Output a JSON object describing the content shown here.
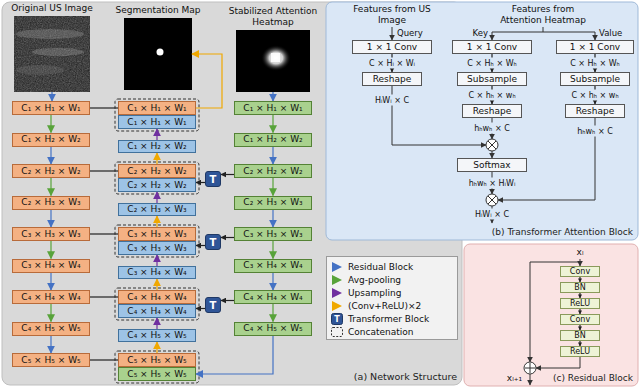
{
  "diagram": {
    "nodes": [
      {
        "text": [
          "(a) Network Structure"
        ]
      },
      {
        "text": [
          "Original US Image"
        ],
        "in": 0
      },
      {
        "text": [
          "Segmentation Map"
        ],
        "in": 0
      },
      {
        "text": [
          "Stabilized Attention Heatmap"
        ],
        "in": 0
      },
      {
        "text": [
          "C₁ × H₁ × W₁"
        ],
        "in": 0
      },
      {
        "text": [
          "C₁ × H₂ × W₂"
        ],
        "in": 0
      },
      {
        "text": [
          "C₂ × H₂ × W₂"
        ],
        "in": 0
      },
      {
        "text": [
          "C₂ × H₃ × W₃"
        ],
        "in": 0
      },
      {
        "text": [
          "C₃ × H₃ × W₃"
        ],
        "in": 0
      },
      {
        "text": [
          "C₃ × H₄ × W₄"
        ],
        "in": 0
      },
      {
        "text": [
          "C₄ × H₄ × W₄"
        ],
        "in": 0
      },
      {
        "text": [
          "C₄ × H₅ × W₅"
        ],
        "in": 0
      },
      {
        "text": [
          "C₅ × H₅ × W₅"
        ],
        "in": 0
      },
      {
        "text": [
          "C₁ × H₁ × W₁"
        ],
        "in": 0
      },
      {
        "text": [
          "C₁ × H₂ × W₂"
        ],
        "in": 0
      },
      {
        "text": [
          "C₂ × H₂ × W₂"
        ],
        "in": 0
      },
      {
        "text": [
          "C₂ × H₃ × W₃"
        ],
        "in": 0
      },
      {
        "text": [
          "C₃ × H₃ × W₃"
        ],
        "in": 0
      },
      {
        "text": [
          "C₃ × H₄ × W₄"
        ],
        "in": 0
      },
      {
        "text": [
          "C₄ × H₄ × W₄"
        ],
        "in": 0
      },
      {
        "text": [
          "C₄ × H₅ × W₅"
        ],
        "in": 0
      },
      {
        "text": [
          "C₁ × H₁ × W₁"
        ],
        "in": 0
      },
      {
        "text": [
          "C₁ × H₁ × W₁"
        ],
        "in": 0
      },
      {
        "text": [
          "C₁ × H₂ × W₂"
        ],
        "in": 0
      },
      {
        "text": [
          "C₂ × H₂ × W₂"
        ],
        "in": 0
      },
      {
        "text": [
          "C₂ × H₂ × W₂"
        ],
        "in": 0
      },
      {
        "text": [
          "C₂ × H₃ × W₃"
        ],
        "in": 0
      },
      {
        "text": [
          "C₃ × H₃ × W₃"
        ],
        "in": 0
      },
      {
        "text": [
          "C₃ × H₃ × W₃"
        ],
        "in": 0
      },
      {
        "text": [
          "C₃ × H₄ × W₄"
        ],
        "in": 0
      },
      {
        "text": [
          "C₄ × H₄ × W₄"
        ],
        "in": 0
      },
      {
        "text": [
          "C₄ × H₄ × W₄"
        ],
        "in": 0
      },
      {
        "text": [
          "C₄ × H₅ × W₅"
        ],
        "in": 0
      },
      {
        "text": [
          "C₅ × H₅ × W₅"
        ],
        "in": 0
      },
      {
        "text": [
          "C₅ × H₅ × W₅"
        ],
        "in": 0
      },
      {
        "text": [
          "T"
        ],
        "in": 0
      },
      {
        "text": [
          "T"
        ],
        "in": 0
      },
      {
        "text": [
          "T"
        ],
        "in": 0
      },
      {
        "text": [
          "(b) Transformer Attention Block"
        ]
      },
      {
        "text": [
          "1 × 1 Conv"
        ],
        "in": 38
      },
      {
        "text": [
          "1 × 1 Conv"
        ],
        "in": 38
      },
      {
        "text": [
          "1 × 1 Conv"
        ],
        "in": 38
      },
      {
        "text": [
          "Reshape"
        ],
        "in": 38
      },
      {
        "text": [
          "Subsample"
        ],
        "in": 38
      },
      {
        "text": [
          "Subsample"
        ],
        "in": 38
      },
      {
        "text": [
          "Reshape"
        ],
        "in": 38
      },
      {
        "text": [
          "Reshape"
        ],
        "in": 38
      },
      {
        "text": [
          "Softmax"
        ],
        "in": 38
      },
      {
        "text": [
          "(c) Residual Block"
        ]
      },
      {
        "text": [
          "Conv"
        ],
        "in": 48
      },
      {
        "text": [
          "BN"
        ],
        "in": 48
      },
      {
        "text": [
          "ReLU"
        ],
        "in": 48
      },
      {
        "text": [
          "Conv"
        ],
        "in": 48
      },
      {
        "text": [
          "BN"
        ],
        "in": 48
      },
      {
        "text": [
          "ReLU"
        ],
        "in": 48
      }
    ],
    "edges": [
      {
        "from": 1,
        "to": 4,
        "arrow": "to"
      },
      {
        "from": 4,
        "to": 5,
        "arrow": "to"
      },
      {
        "from": 5,
        "to": 6,
        "arrow": "to"
      },
      {
        "from": 6,
        "to": 7,
        "arrow": "to"
      },
      {
        "from": 7,
        "to": 8,
        "arrow": "to"
      },
      {
        "from": 8,
        "to": 9,
        "arrow": "to"
      },
      {
        "from": 9,
        "to": 10,
        "arrow": "to"
      },
      {
        "from": 10,
        "to": 11,
        "arrow": "to"
      },
      {
        "from": 11,
        "to": 12,
        "arrow": "to"
      },
      {
        "from": 3,
        "to": 13,
        "arrow": "to"
      },
      {
        "from": 13,
        "to": 14,
        "arrow": "to"
      },
      {
        "from": 14,
        "to": 15,
        "arrow": "to"
      },
      {
        "from": 15,
        "to": 16,
        "arrow": "to"
      },
      {
        "from": 16,
        "to": 17,
        "arrow": "to"
      },
      {
        "from": 17,
        "to": 18,
        "arrow": "to"
      },
      {
        "from": 18,
        "to": 19,
        "arrow": "to"
      },
      {
        "from": 19,
        "to": 20,
        "arrow": "to"
      },
      {
        "from": 20,
        "to": 34,
        "arrow": "to"
      },
      {
        "from": 4,
        "to": 21,
        "arrow": "none"
      },
      {
        "from": 6,
        "to": 24,
        "arrow": "none"
      },
      {
        "from": 8,
        "to": 27,
        "arrow": "none"
      },
      {
        "from": 10,
        "to": 30,
        "arrow": "none"
      },
      {
        "from": 12,
        "to": 33,
        "arrow": "none"
      },
      {
        "from": 33,
        "to": 32,
        "arrow": "to"
      },
      {
        "from": 32,
        "to": 31,
        "arrow": "to"
      },
      {
        "from": 30,
        "to": 29,
        "arrow": "to"
      },
      {
        "from": 29,
        "to": 28,
        "arrow": "to"
      },
      {
        "from": 27,
        "to": 26,
        "arrow": "to"
      },
      {
        "from": 26,
        "to": 25,
        "arrow": "to"
      },
      {
        "from": 24,
        "to": 23,
        "arrow": "to"
      },
      {
        "from": 23,
        "to": 22,
        "arrow": "to"
      },
      {
        "from": 21,
        "to": 2,
        "arrow": "to"
      },
      {
        "from": 15,
        "to": 35,
        "arrow": "to"
      },
      {
        "from": 35,
        "to": 25,
        "arrow": "to"
      },
      {
        "from": 17,
        "to": 36,
        "arrow": "to"
      },
      {
        "from": 36,
        "to": 28,
        "arrow": "to"
      },
      {
        "from": 19,
        "to": 37,
        "arrow": "to"
      },
      {
        "from": 37,
        "to": 31,
        "arrow": "to"
      },
      {
        "from": 39,
        "to": 42,
        "arrow": "to"
      },
      {
        "from": 40,
        "to": 43,
        "arrow": "to"
      },
      {
        "from": 41,
        "to": 44,
        "arrow": "to"
      },
      {
        "from": 43,
        "to": 45,
        "arrow": "to"
      },
      {
        "from": 44,
        "to": 46,
        "arrow": "to"
      },
      {
        "from": 49,
        "to": 50,
        "arrow": "to"
      },
      {
        "from": 50,
        "to": 51,
        "arrow": "to"
      },
      {
        "from": 51,
        "to": 52,
        "arrow": "to"
      },
      {
        "from": 52,
        "to": 53,
        "arrow": "to"
      },
      {
        "from": 53,
        "to": 54,
        "arrow": "to"
      }
    ],
    "labels": [
      "Features from US Image",
      "Query",
      "Key",
      "Features from Attention Heatmap",
      "Value",
      "C × Hᵢ × Wᵢ",
      "C × Hₕ × Wₕ",
      "C × Hₕ × Wₕ",
      "HᵢWᵢ × C",
      "C × hₕ × wₕ",
      "C × hₕ × wₕ",
      "hₕwₕ × C",
      "hₕwₕ × C",
      "hₕwₕ × HᵢWᵢ",
      "HᵢWᵢ × C",
      "xₗ",
      "xₗ₊₁",
      "T"
    ],
    "legend": [
      {
        "text": "Residual Block",
        "color": "#4472c4"
      },
      {
        "text": "Avg-pooling",
        "color": "#58a33a"
      },
      {
        "text": "Upsampling",
        "color": "#7030a0"
      },
      {
        "text": "(Conv+ReLU)×2",
        "color": "#f0a800"
      },
      {
        "text": "Transformer Block"
      },
      {
        "text": "Concatenation"
      }
    ]
  }
}
